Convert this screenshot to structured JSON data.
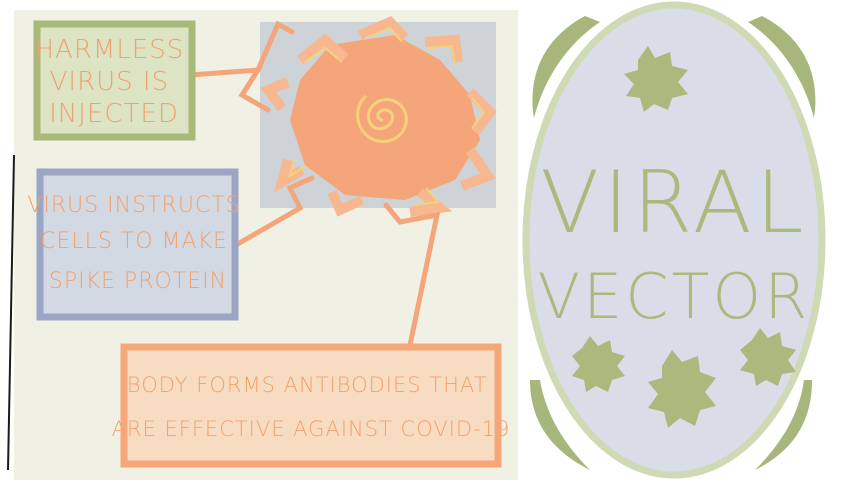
{
  "boxes": {
    "harmless": {
      "lines": [
        "HARMLESS",
        "VIRUS IS",
        "INJECTED"
      ]
    },
    "instructs": {
      "lines": [
        "VIRUS INSTRUCTS",
        "CELLS TO MAKE",
        "SPIKE PROTEIN"
      ]
    },
    "antibodies": {
      "lines": [
        "BODY FORMS ANTIBODIES THAT",
        "ARE EFFECTIVE AGAINST COVID-19"
      ]
    }
  },
  "badge": {
    "line1": "VIRAL",
    "line2": "VECTOR"
  },
  "colors": {
    "panel_bg": "#f0f0e4",
    "green_box_fill": "#dde4c4",
    "green_box_border": "#a9b97a",
    "green_text": "#eea173",
    "blue_box_fill": "#d3d9e3",
    "blue_box_border": "#9aa6c4",
    "orange_box_fill": "#f8dcc1",
    "orange_box_border": "#f5a77a",
    "orange_text": "#f3a06c",
    "virus_bg": "#cdd3d6",
    "virus_body": "#f4a579",
    "virus_spiral": "#f6d17d",
    "oval_fill": "#d9dde8",
    "oval_border": "#cfd9b4",
    "leaf_green": "#a7b67a",
    "badge_text": "#a9ba7c"
  },
  "icons": [
    "virus-icon",
    "spiral-icon",
    "virus-blob-icon"
  ]
}
